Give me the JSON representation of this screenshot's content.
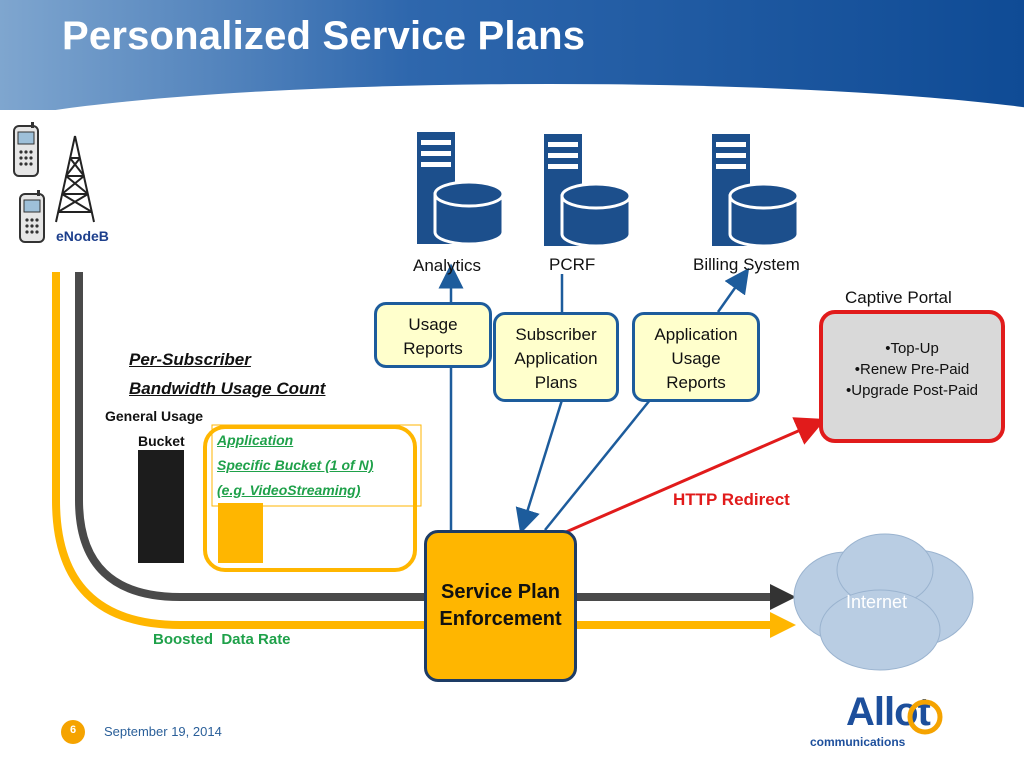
{
  "header": {
    "title": "Personalized Service Plans"
  },
  "network": {
    "enodeb_label": "eNodeB"
  },
  "servers": [
    {
      "label": "Analytics"
    },
    {
      "label": "PCRF"
    },
    {
      "label": "Billing System"
    }
  ],
  "boxes": {
    "usage_reports": [
      "Usage",
      "Reports"
    ],
    "subscriber_plans": [
      "Subscriber",
      "Application",
      "Plans"
    ],
    "app_usage_reports": [
      "Application",
      "Usage",
      "Reports"
    ]
  },
  "captive_portal": {
    "title": "Captive Portal",
    "items": [
      "•Top-Up",
      "•Renew Pre-Paid",
      "•Upgrade Post-Paid"
    ]
  },
  "per_subscriber": {
    "line1": "Per-Subscriber",
    "line2": "Bandwidth Usage Count"
  },
  "buckets": {
    "general_line1": "General Usage",
    "general_line2": "Bucket",
    "app_line1": "Application",
    "app_line2": "Specific Bucket (1 of N)",
    "app_line3": "(e.g. VideoStreaming)"
  },
  "enforcement": {
    "line1": "Service Plan",
    "line2": "Enforcement"
  },
  "links": {
    "http_redirect": "HTTP Redirect",
    "boosted_rate": "Boosted  Data Rate"
  },
  "internet": {
    "label": "Internet"
  },
  "footer": {
    "page_number": "6",
    "date": "September 19, 2014",
    "logo_word": "Allot",
    "logo_sub": "communications"
  },
  "colors": {
    "accent_blue": "#1d5c9c",
    "bucket_yellow": "#ffb600",
    "redirect_red": "#e11b1b",
    "boost_green": "#1fa14a"
  }
}
